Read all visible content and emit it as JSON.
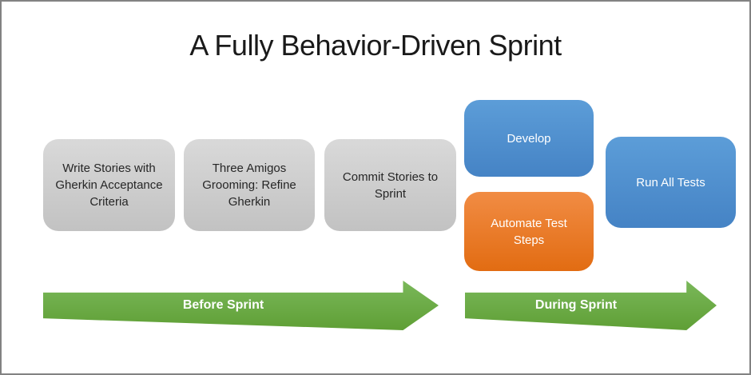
{
  "title": "A Fully Behavior-Driven Sprint",
  "steps": [
    {
      "id": "write-stories",
      "label": "Write Stories with Gherkin Acceptance Criteria",
      "color": "gray"
    },
    {
      "id": "three-amigos",
      "label": "Three Amigos Grooming: Refine Gherkin",
      "color": "gray"
    },
    {
      "id": "commit-stories",
      "label": "Commit Stories to Sprint",
      "color": "gray"
    },
    {
      "id": "develop",
      "label": "Develop",
      "color": "blue"
    },
    {
      "id": "automate-test-steps",
      "label": "Automate Test Steps",
      "color": "orange"
    },
    {
      "id": "run-all-tests",
      "label": "Run All Tests",
      "color": "blue"
    }
  ],
  "arrows": [
    {
      "id": "before-sprint",
      "label": "Before Sprint"
    },
    {
      "id": "during-sprint",
      "label": "During Sprint"
    }
  ],
  "colors": {
    "gray_box_top": "#d9d9d9",
    "gray_box_bottom": "#c2c2c2",
    "blue_box_top": "#5c9dd8",
    "blue_box_bottom": "#4583c5",
    "orange_box_top": "#f18c44",
    "orange_box_bottom": "#e26c12",
    "green_arrow_top": "#7ab85a",
    "green_arrow_bottom": "#5f9f35",
    "slide_border": "#828282",
    "gray_box_text": "#262626",
    "title_text": "#1a1a1a"
  }
}
